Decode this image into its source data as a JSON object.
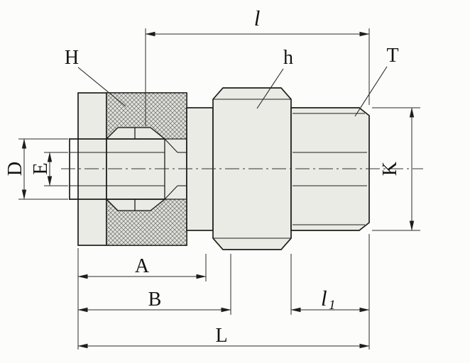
{
  "colors": {
    "background": "#fcfcfa",
    "line": "#1d1d1b",
    "dim_line": "#2a2a28",
    "body_fill": "#ebebe6",
    "hatch_line": "#6f6f6b",
    "hatch_fill": "#e2e2dd"
  },
  "labels": {
    "dim_l": "l",
    "callout_H": "H",
    "callout_h": "h",
    "callout_T": "T",
    "dim_D": "D",
    "dim_E": "E",
    "dim_K": "K",
    "dim_A": "A",
    "dim_B": "B",
    "dim_l1_base": "l",
    "dim_l1_sub": "1",
    "dim_L": "L"
  }
}
